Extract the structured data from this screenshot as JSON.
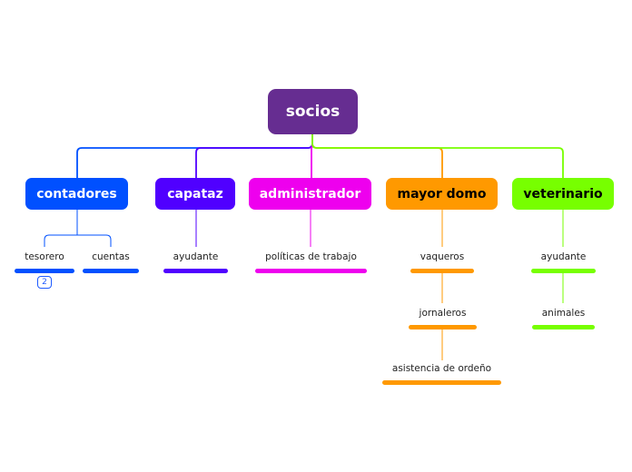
{
  "root": {
    "label": "socios",
    "color": "#662d91"
  },
  "branches": [
    {
      "label": "contadores",
      "color": "#0050ff",
      "text_color": "#ffffff"
    },
    {
      "label": "capataz",
      "color": "#5000ff",
      "text_color": "#ffffff"
    },
    {
      "label": "administrador",
      "color": "#ee00ee",
      "text_color": "#ffffff"
    },
    {
      "label": "mayor domo",
      "color": "#ff9900",
      "text_color": "#000000"
    },
    {
      "label": "veterinario",
      "color": "#77ff00",
      "text_color": "#000000"
    }
  ],
  "leaves": {
    "tesorero": {
      "label": "tesorero",
      "badge": "2"
    },
    "cuentas": {
      "label": "cuentas"
    },
    "capataz_ayudante": {
      "label": "ayudante"
    },
    "politicas": {
      "label": "políticas de trabajo"
    },
    "vaqueros": {
      "label": "vaqueros"
    },
    "jornaleros": {
      "label": "jornaleros"
    },
    "asistencia": {
      "label": "asistencia de ordeño"
    },
    "vet_ayudante": {
      "label": "ayudante"
    },
    "animales": {
      "label": "animales"
    }
  }
}
